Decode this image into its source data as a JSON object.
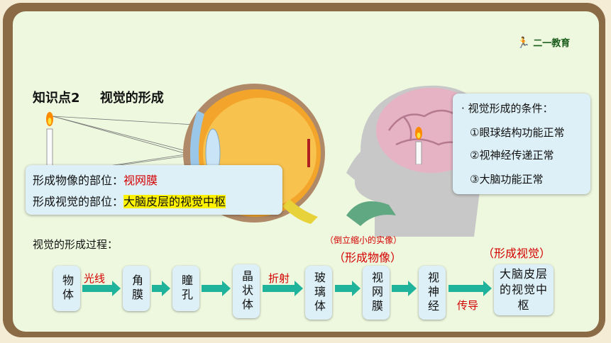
{
  "logo": {
    "text": "二一教育"
  },
  "heading": {
    "part1": "知识点2",
    "part2": "视觉的形成"
  },
  "location_box": {
    "image_label": "形成物像的部位：",
    "image_value": "视网膜",
    "vision_label": "形成视觉的部位：",
    "vision_value": "大脑皮层的视觉中枢"
  },
  "conditions": {
    "title": "· 视觉形成的条件：",
    "items": [
      "①眼球结构功能正常",
      "②视神经传递正常",
      "③大脑功能正常"
    ]
  },
  "process": {
    "heading": "视觉的形成过程：",
    "note_image": "（倒立缩小的实像）",
    "label_image": "（形成物像）",
    "label_vision": "（形成视觉）",
    "nodes": [
      "物体",
      "角膜",
      "瞳孔",
      "晶状体",
      "玻璃体",
      "视网膜",
      "视神经",
      "大脑皮层的视觉中枢"
    ],
    "arrow_labels": {
      "light": "光线",
      "refract": "折射",
      "conduct": "传导"
    }
  },
  "colors": {
    "frame": "#8b6a46",
    "panel": "#eef8df",
    "box": "#ddf0f7",
    "arrow": "#1fb39b",
    "highlight": "#fff200",
    "accent_red": "#d40000"
  }
}
